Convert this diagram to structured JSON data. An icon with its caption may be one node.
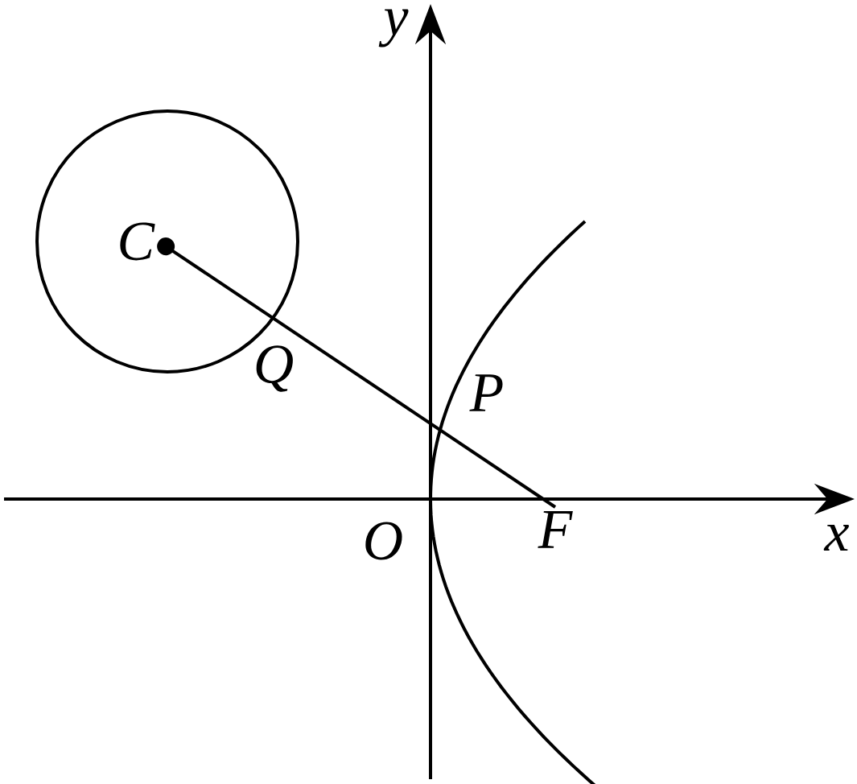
{
  "diagram": {
    "nodes": [
      {
        "text": [
          "C"
        ]
      },
      {
        "text": [
          "F"
        ]
      }
    ],
    "edges": [
      {
        "from": 0,
        "to": 1,
        "arrow": "other"
      }
    ],
    "labels": [
      "y",
      "Q",
      "P",
      "O",
      "x"
    ]
  }
}
